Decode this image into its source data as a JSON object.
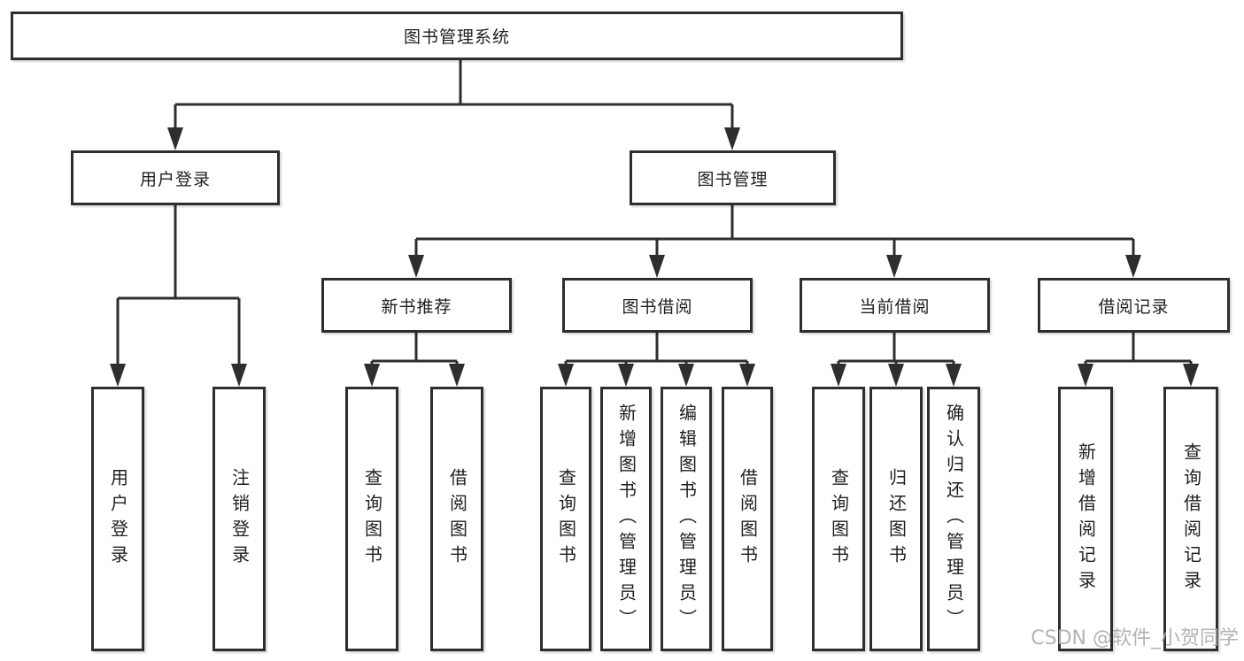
{
  "diagram": {
    "root": {
      "label": "图书管理系统"
    },
    "level2": [
      {
        "label": "用户登录",
        "children": [
          "用户登录",
          "注销登录"
        ]
      },
      {
        "label": "图书管理",
        "children_groups": [
          {
            "label": "新书推荐",
            "children": [
              "查询图书",
              "借阅图书"
            ]
          },
          {
            "label": "图书借阅",
            "children": [
              "查询图书",
              "新增图书（管理员）",
              "编辑图书（管理员）",
              "借阅图书"
            ]
          },
          {
            "label": "当前借阅",
            "children": [
              "查询图书",
              "归还图书",
              "确认归还（管理员）"
            ]
          },
          {
            "label": "借阅记录",
            "children": [
              "新增借阅记录",
              "查询借阅记录"
            ]
          }
        ]
      }
    ]
  },
  "watermark": {
    "text": "CSDN @软件_小贺同学",
    "color": "#acacac"
  },
  "colors": {
    "line": "#2e2e2e",
    "box_border": "#2e2e2e",
    "box_fill": "#ffffff",
    "text": "#1f1f1f",
    "background": "#ffffff"
  }
}
